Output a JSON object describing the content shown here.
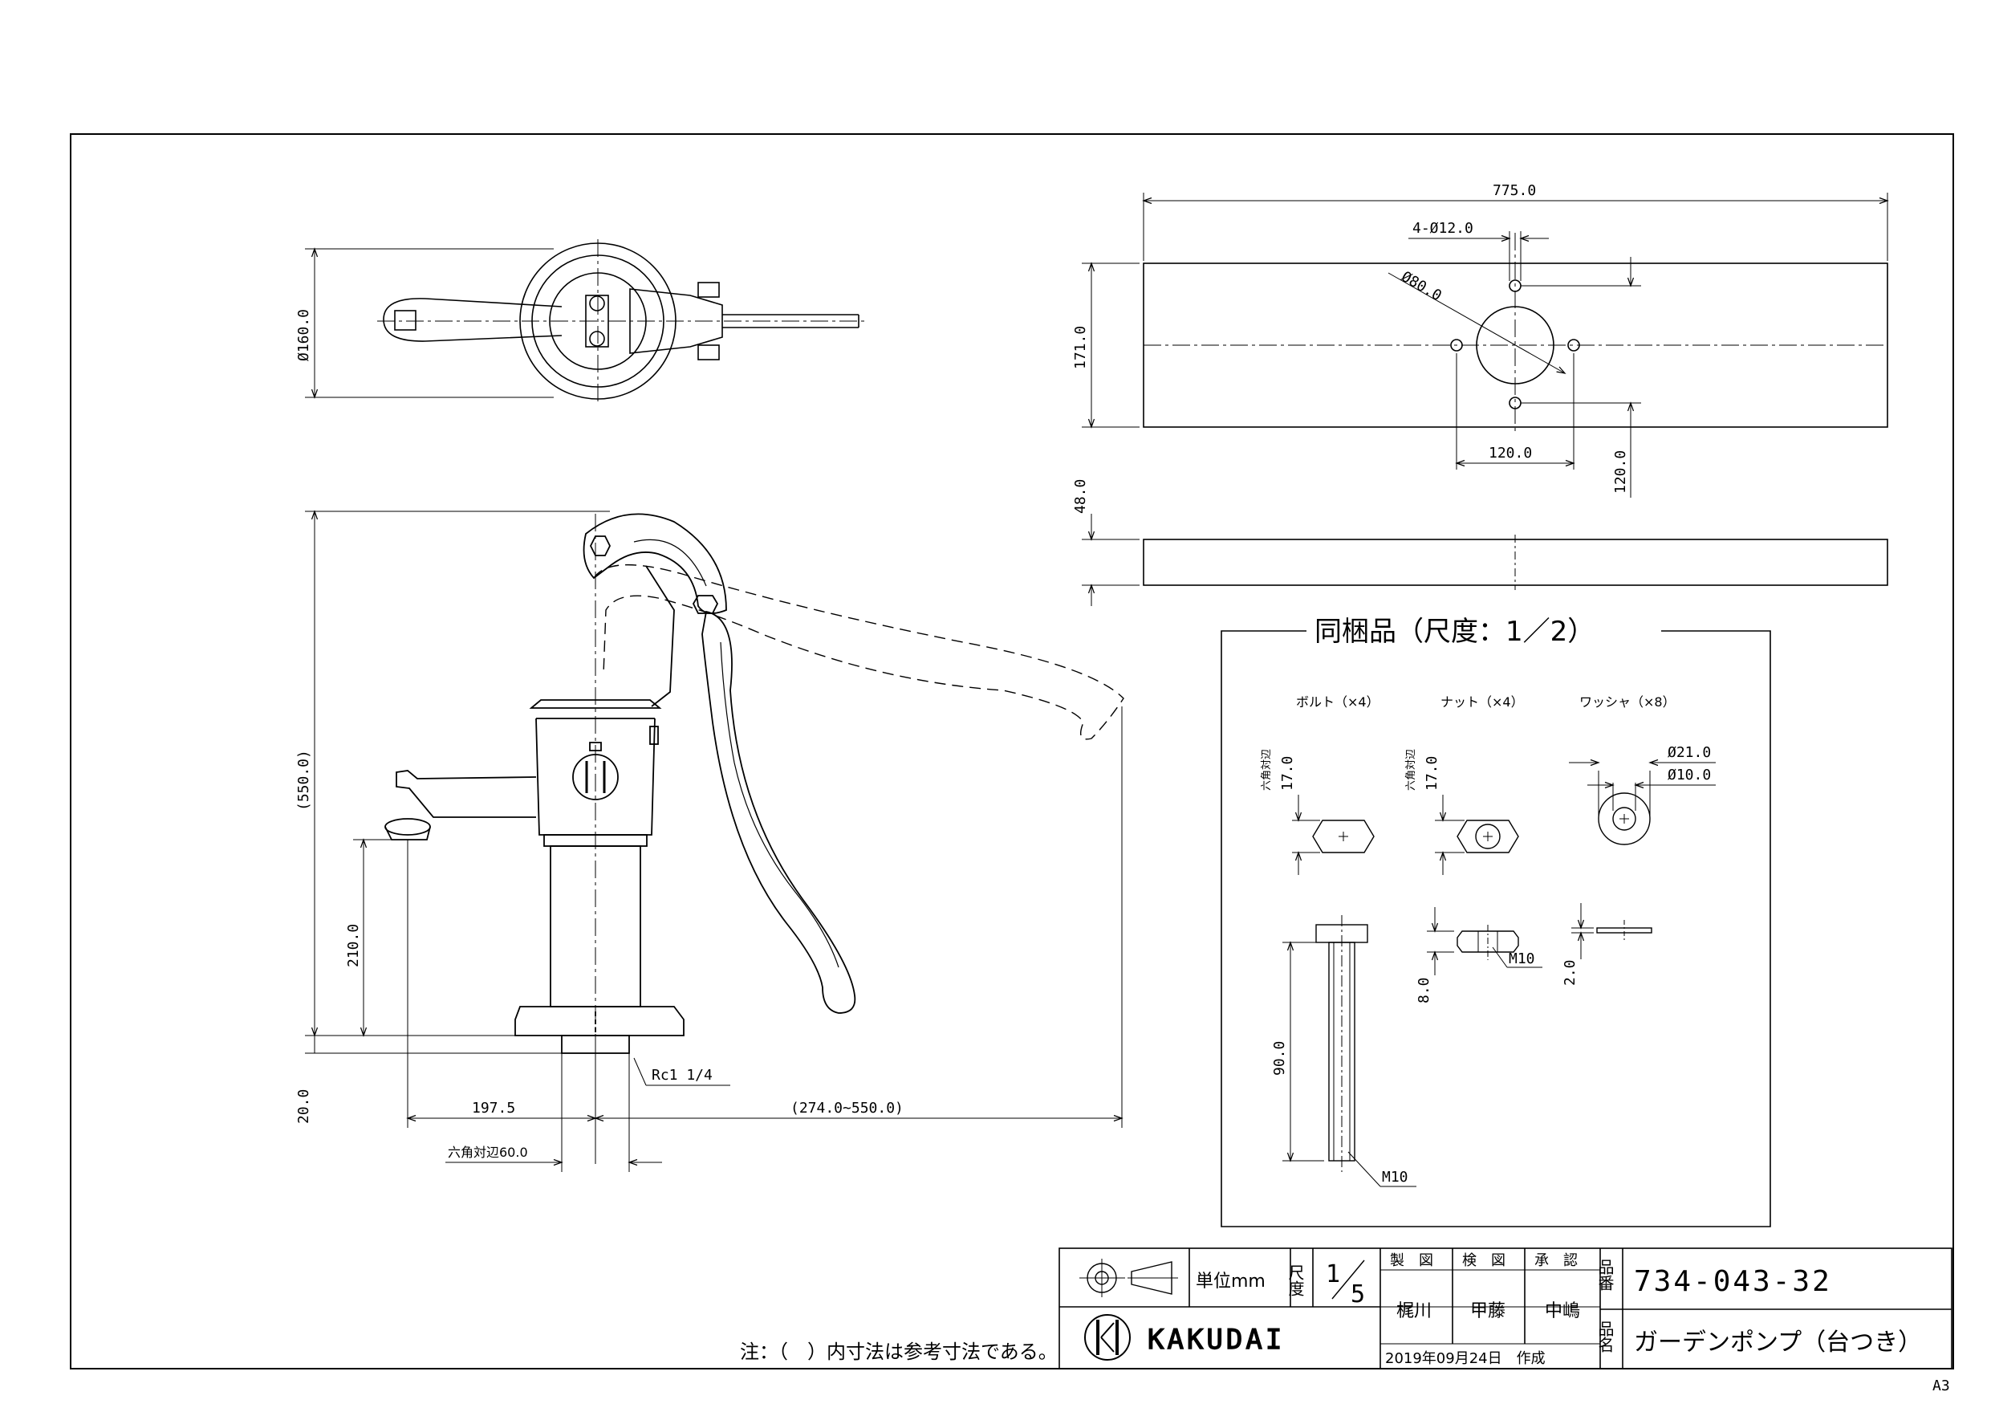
{
  "sheet_size": "A3",
  "note": "注：（　）内寸法は参考寸法である。",
  "top_view": {
    "dia": "Ø160.0"
  },
  "side_view": {
    "height": "(550.0)",
    "spout_height": "210.0",
    "base_thickness": "20.0",
    "spout_reach": "197.5",
    "handle_reach": "(274.0~550.0)",
    "hex_across": "六角対辺60.0",
    "thread": "Rc1 1/4"
  },
  "base_plate": {
    "length": "775.0",
    "width": "171.0",
    "holes": "4-Ø12.0",
    "center_hole": "Ø80.0",
    "pitch_x": "120.0",
    "pitch_y": "120.0",
    "thickness": "48.0"
  },
  "accessories": {
    "title": "同梱品（尺度：1／2）",
    "bolt": {
      "label": "ボルト（×4）",
      "hex": "17.0",
      "hex_note": "六角対辺",
      "length": "90.0",
      "thread": "M10"
    },
    "nut": {
      "label": "ナット（×4）",
      "hex": "17.0",
      "hex_note": "六角対辺",
      "height": "8.0",
      "thread": "M10"
    },
    "washer": {
      "label": "ワッシャ（×8）",
      "outer": "Ø21.0",
      "inner": "Ø10.0",
      "thickness": "2.0"
    }
  },
  "title_block": {
    "unit": "単位mm",
    "scale_label": "尺度",
    "scale_num": "1",
    "scale_den": "5",
    "drawn_label": "製　図",
    "checked_label": "検　図",
    "approved_label": "承　認",
    "drawn_by": "梶川",
    "checked_by": "甲藤",
    "approved_by": "中嶋",
    "date": "2019年09月24日　作成",
    "part_no_label": "品番",
    "part_no": "734-043-32",
    "name_label": "品名",
    "product_name": "ガーデンポンプ（台つき）",
    "company": "KAKUDAI"
  }
}
